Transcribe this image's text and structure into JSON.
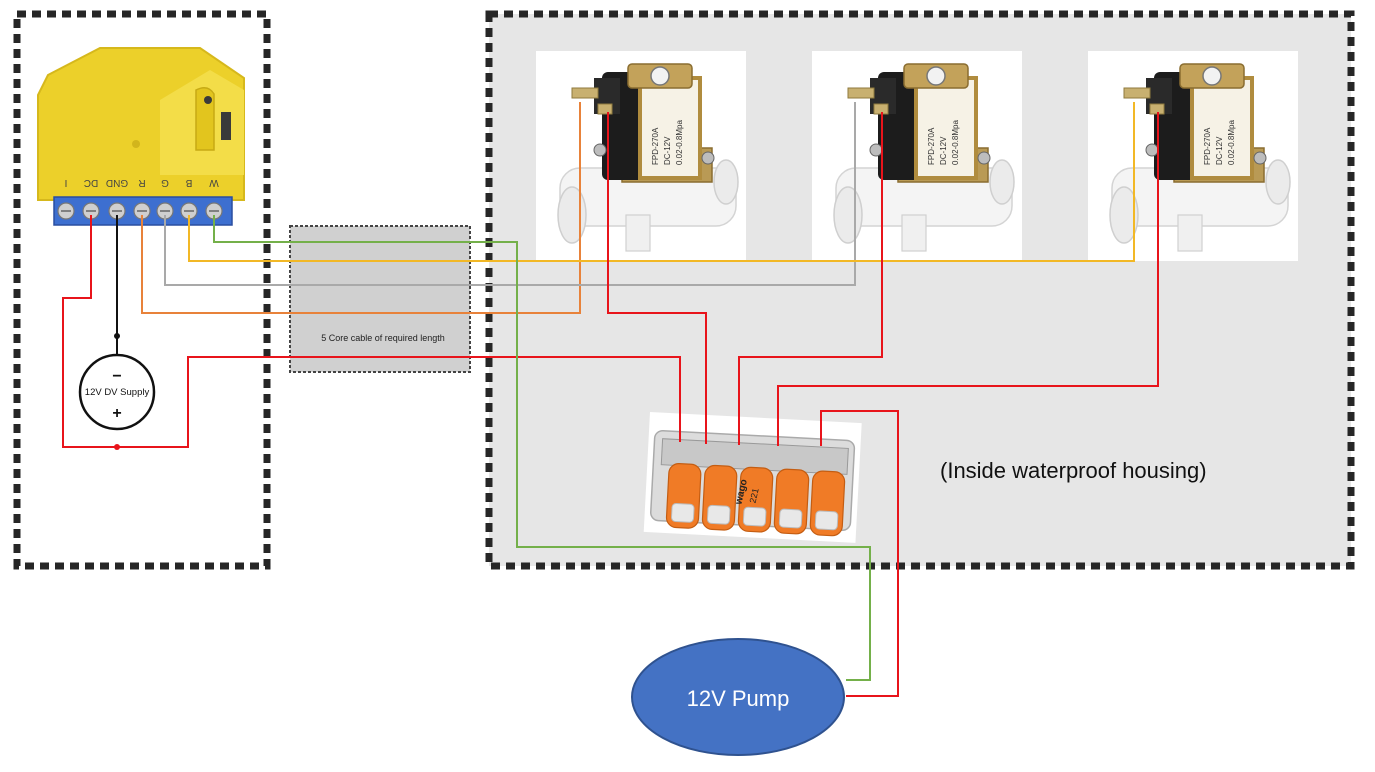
{
  "controller": {
    "terminals": [
      "I",
      "DC",
      "GND",
      "R",
      "G",
      "B",
      "W"
    ]
  },
  "supply": {
    "label": "12V DV Supply",
    "minus": "−",
    "plus": "+"
  },
  "cable": {
    "label": "5 Core cable of required length"
  },
  "valves": [
    {
      "lines": [
        "FPD-270A",
        "DC-12V",
        "0.02-0.8Mpa"
      ]
    },
    {
      "lines": [
        "FPD-270A",
        "DC-12V",
        "0.02-0.8Mpa"
      ]
    },
    {
      "lines": [
        "FPD-270A",
        "DC-12V",
        "0.02-0.8Mpa"
      ]
    }
  ],
  "connector": {
    "brand": "wago",
    "model": "221"
  },
  "housing": {
    "label": "(Inside waterproof housing)"
  },
  "pump": {
    "label": "12V Pump"
  },
  "colors": {
    "red": "#e8141b",
    "black": "#111111",
    "orange": "#e8823a",
    "grey": "#a9a9a9",
    "yellow": "#f2b826",
    "green": "#74b04a",
    "controller_yellow": "#ecd02a",
    "terminal_blue": "#3d6fd0",
    "pump_blue": "#4472c4",
    "housing_bg": "#e6e6e6",
    "wago_orange": "#f07b26"
  }
}
